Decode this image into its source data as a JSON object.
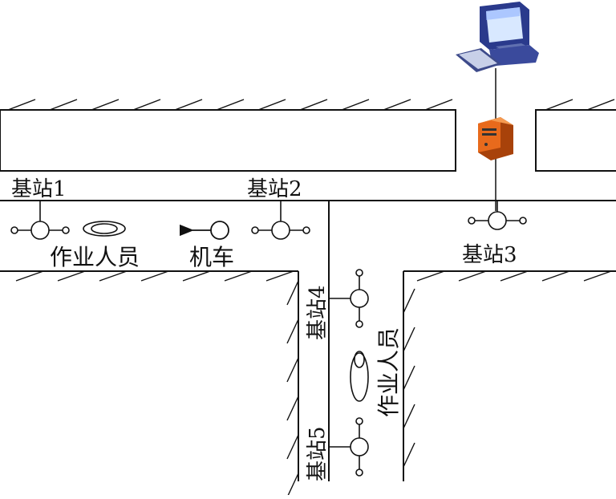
{
  "diagram": {
    "stations": [
      {
        "id": "1",
        "label": "基站1"
      },
      {
        "id": "2",
        "label": "基站2"
      },
      {
        "id": "3",
        "label": "基站3"
      },
      {
        "id": "4",
        "label": "基站4"
      },
      {
        "id": "5",
        "label": "基站5"
      }
    ],
    "workers_horizontal_label": "作业人员",
    "workers_vertical_label": "作业人员",
    "locomotive_label": "机车"
  },
  "colors": {
    "line": "#111111",
    "server_body": "#e86a1c",
    "server_side": "#a8420a",
    "monitor_frame": "#2a3a8c",
    "monitor_screen": "#d8e8ff"
  },
  "icons": {
    "computer": "desktop-computer-icon",
    "server": "server-tower-icon"
  }
}
